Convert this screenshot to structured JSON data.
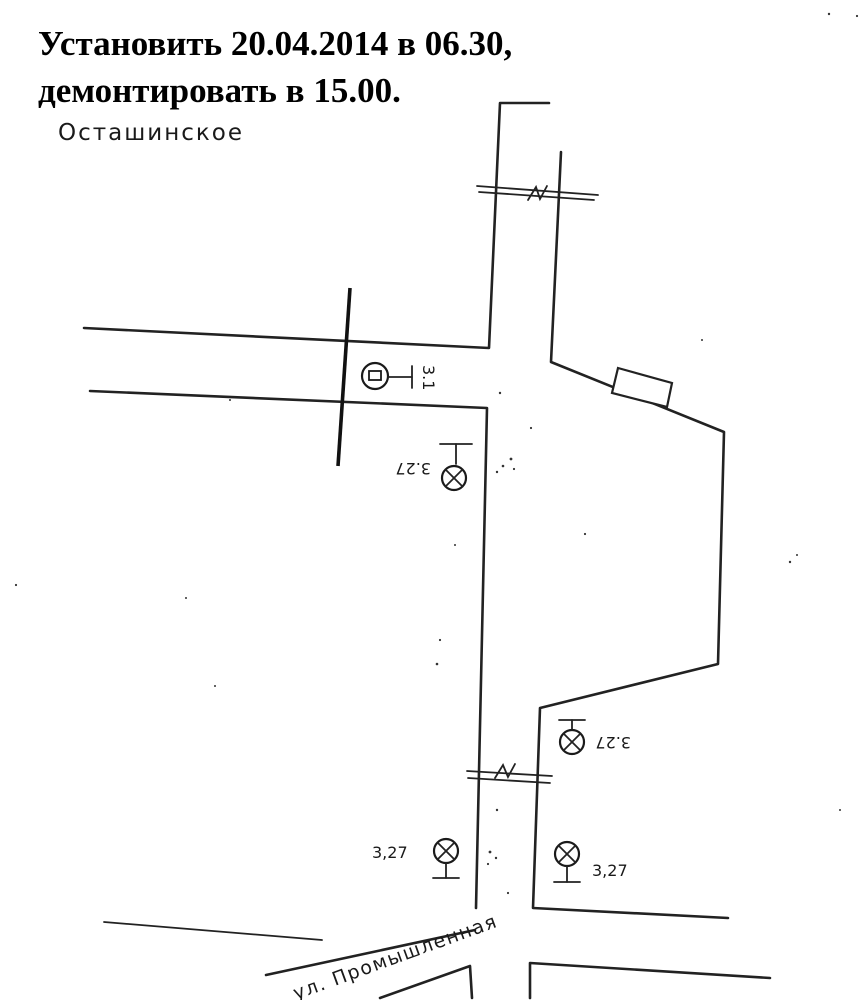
{
  "instruction": {
    "line1": "Установить 20.04.2014 в 06.30,",
    "line2": "демонтировать в 15.00."
  },
  "map": {
    "place_label": "Осташинское",
    "street_label": "ул. Промышленная",
    "signs": [
      {
        "id": "sign-top",
        "type": "no-stopping",
        "code": "3.27",
        "note": "sign mounted on post"
      },
      {
        "id": "sign-no-entry",
        "type": "no-entry-bar",
        "code": "3.1"
      },
      {
        "id": "sign-mid-right",
        "type": "no-stopping",
        "code": "3.27"
      },
      {
        "id": "sign-bottom-left",
        "type": "no-stopping",
        "code": "3,27"
      },
      {
        "id": "sign-bottom-right",
        "type": "no-stopping",
        "code": "3,27"
      }
    ],
    "colors": {
      "lines": "#222222",
      "text": "#000000",
      "background": "#ffffff"
    }
  }
}
